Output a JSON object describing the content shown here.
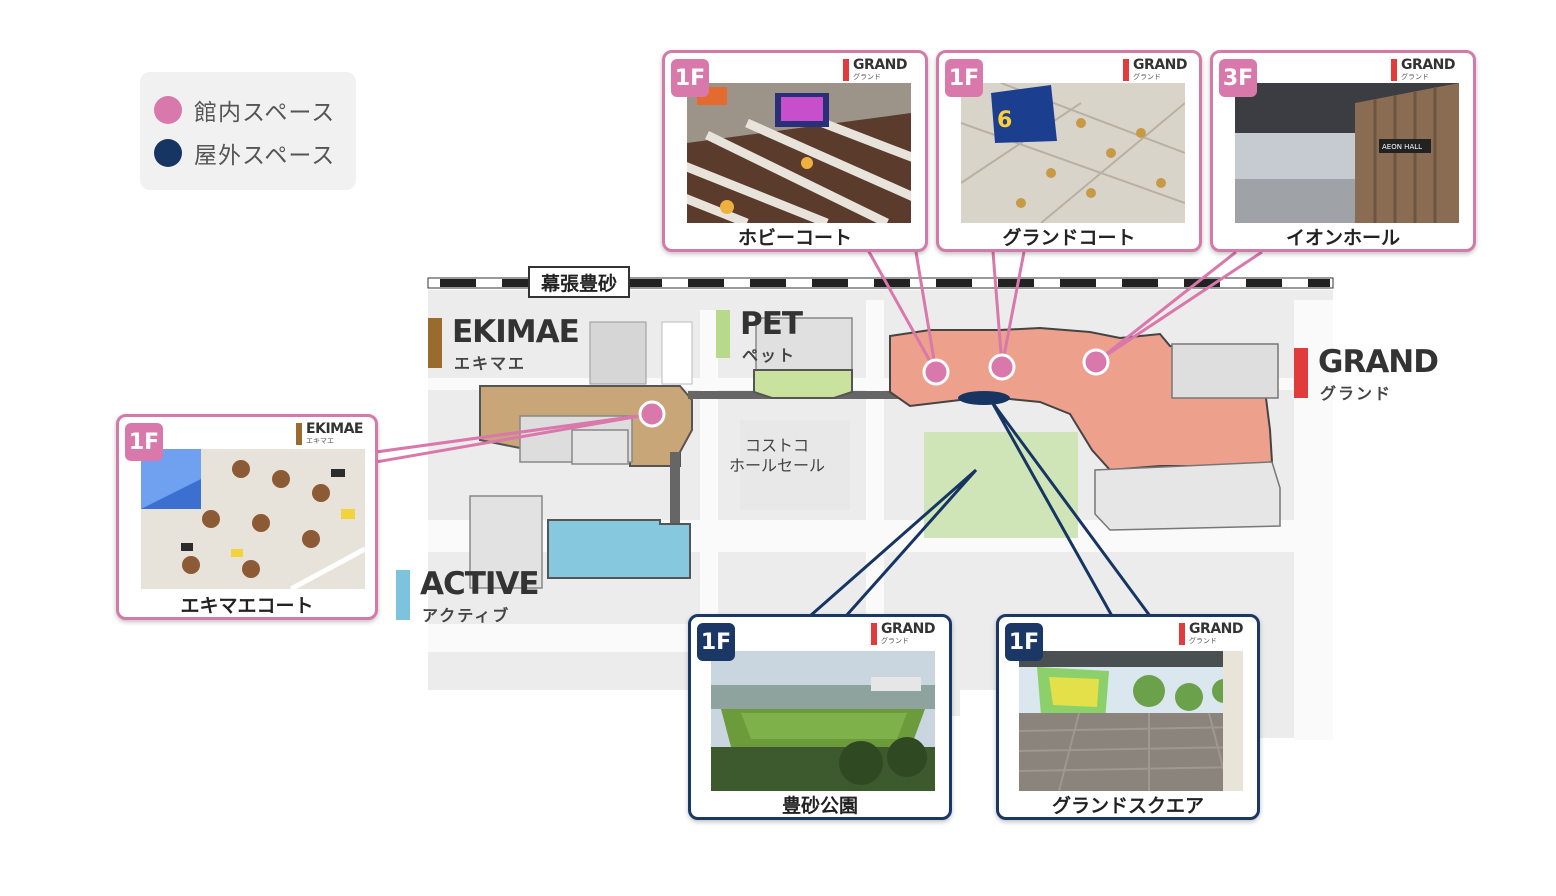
{
  "legend": {
    "items": [
      {
        "label": "館内スペース",
        "color": "#d978ab"
      },
      {
        "label": "屋外スペース",
        "color": "#163563"
      }
    ]
  },
  "map": {
    "station": "幕張豊砂",
    "costco": [
      "コストコ",
      "ホールセール"
    ],
    "zones": {
      "ekimae": {
        "en": "EKIMAE",
        "ja": "エキマエ",
        "color": "#9a6a2f"
      },
      "pet": {
        "en": "PET",
        "ja": "ペット",
        "color": "#b7d98a"
      },
      "grand": {
        "en": "GRAND",
        "ja": "グランド",
        "color": "#e23b3b"
      },
      "active": {
        "en": "ACTIVE",
        "ja": "アクティブ",
        "color": "#7ec3de"
      }
    }
  },
  "cards": {
    "hobby": {
      "floor": "1F",
      "brand_en": "GRAND",
      "brand_ja": "グランド",
      "label": "ホビーコート"
    },
    "grandcourt": {
      "floor": "1F",
      "brand_en": "GRAND",
      "brand_ja": "グランド",
      "label": "グランドコート"
    },
    "aeonhall": {
      "floor": "3F",
      "brand_en": "GRAND",
      "brand_ja": "グランド",
      "label": "イオンホール"
    },
    "ekimaecourt": {
      "floor": "1F",
      "brand_en": "EKIMAE",
      "brand_ja": "エキマエ",
      "label": "エキマエコート"
    },
    "park": {
      "floor": "1F",
      "brand_en": "GRAND",
      "brand_ja": "グランド",
      "label": "豊砂公園"
    },
    "square": {
      "floor": "1F",
      "brand_en": "GRAND",
      "brand_ja": "グランド",
      "label": "グランドスクエア"
    }
  },
  "photo_signs": {
    "aeon_hall": "AEON HALL"
  }
}
